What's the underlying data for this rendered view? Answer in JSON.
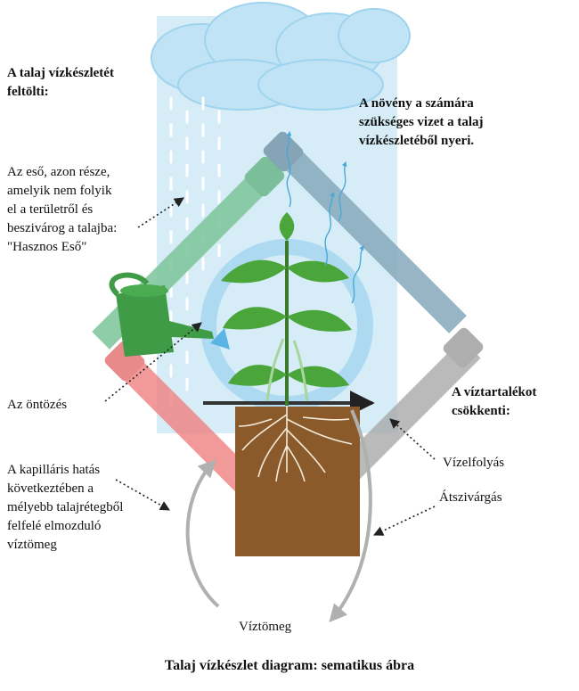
{
  "labels": {
    "recharge_heading": "A talaj vízkészletét\nfeltölti:",
    "plant_need": "A növény a számára\nszükséges vizet a talaj\nvízkészletéből nyeri.",
    "useful_rain": "Az eső, azon része,\namelyik nem folyik\nel a területről és\nbeszivárog a talajba:\n\"Hasznos Eső\"",
    "irrigation": "Az öntözés",
    "capillary": "A kapilláris hatás\nkövetkeztében a\nmélyebb talajrétegből\nfelfelé elmozduló\nvíztömeg",
    "decrease_heading": "A víztartalékot\ncsökkenti:",
    "runoff": "Vízelfolyás",
    "percolation": "Átszivárgás",
    "water_mass": "Víztömeg"
  },
  "caption": "Talaj vízkészlet diagram: sematikus ábra",
  "colors": {
    "rain_zone": "#cfe9f7",
    "cloud": "#bfe3f5",
    "green_arrow": "#7cc59a",
    "blue_arrow": "#87a9bc",
    "red_arrow": "#f08080",
    "grey_arrow": "#a9a9a9",
    "ring": "#a9d7f0",
    "soil": "#8a5a2b",
    "leaf": "#4aa63a"
  }
}
